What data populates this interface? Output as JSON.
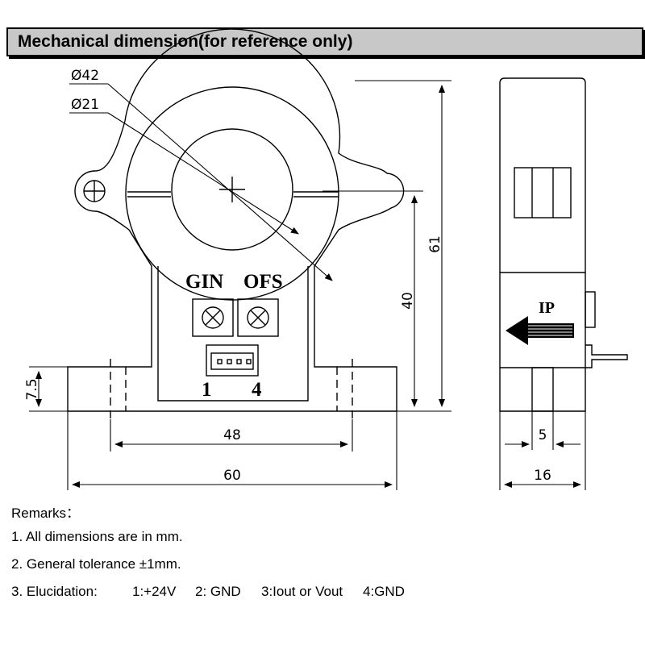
{
  "header": {
    "title": "Mechanical dimension(for reference only)"
  },
  "dimensions": {
    "outer_diameter": "Ø42",
    "inner_diameter": "Ø21",
    "total_height": "61",
    "mount_height": "40",
    "base_height": "7.5",
    "hole_spacing": "48",
    "total_width": "60",
    "pin_width": "5",
    "side_depth": "16"
  },
  "labels": {
    "gin": "GIN",
    "ofs": "OFS",
    "pin_first": "1",
    "pin_last": "4",
    "ip": "IP"
  },
  "remarks": {
    "heading": "Remarks：",
    "note1": "1. All dimensions are in mm.",
    "note2": "2. General tolerance  ±1mm.",
    "note3_prefix": "3. Elucidation:",
    "pins": [
      "1:+24V",
      "2: GND",
      "3:Iout or Vout",
      "4:GND"
    ]
  }
}
